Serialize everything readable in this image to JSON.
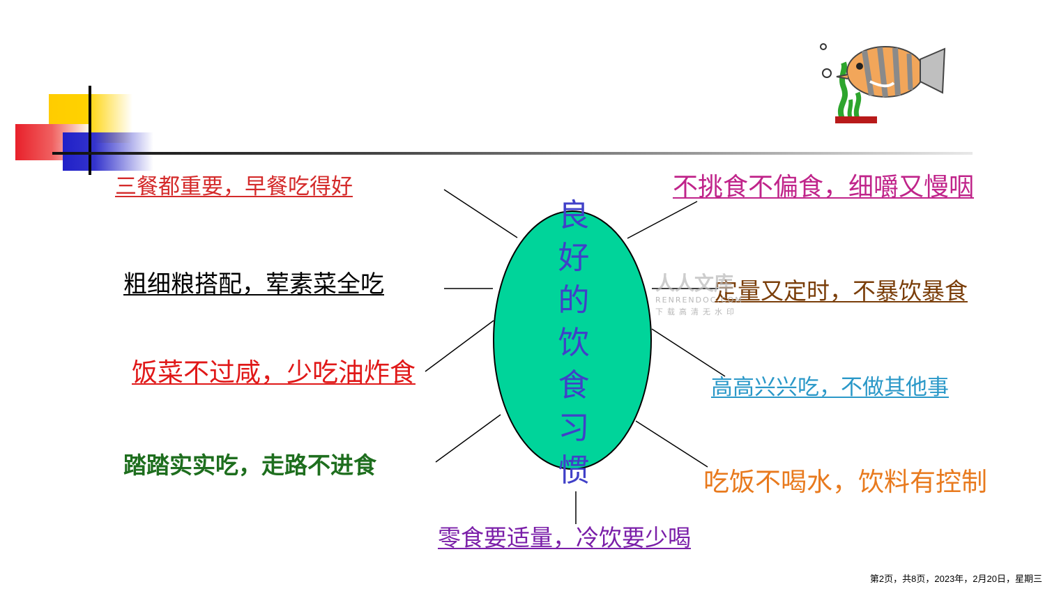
{
  "diagram": {
    "center_title": "良好的饮食习惯",
    "labels": [
      {
        "text": "三餐都重要，早餐吃得好",
        "color": "#d42a2a"
      },
      {
        "text": "粗细粮搭配，荤素菜全吃",
        "color": "#000000"
      },
      {
        "text": "饭菜不过咸，少吃油炸食",
        "color": "#e01818"
      },
      {
        "text": "踏踏实实吃，走路不进食",
        "color": "#1e6e1e"
      },
      {
        "text": "零食要适量，冷饮要少喝",
        "color": "#7a1ea8"
      },
      {
        "text": "不挑食不偏食，细嚼又慢咽",
        "color": "#c0248a"
      },
      {
        "text": "定量又定时，不暴饮暴食",
        "color": "#7a3e0a"
      },
      {
        "text": "高高兴兴吃，不做其他事",
        "color": "#2a98c8"
      },
      {
        "text": "吃饭不喝水，饮料有控制",
        "color": "#e87a1e"
      }
    ],
    "ellipse_color": "#00d49a",
    "center_text_color": "#4040c8"
  },
  "watermark": {
    "title": "人人文库",
    "domain": "RENRENDOC.COM",
    "subtitle": "下载高清无水印"
  },
  "footer": {
    "text": "第2页，共8页，2023年，2月20日，星期三"
  }
}
